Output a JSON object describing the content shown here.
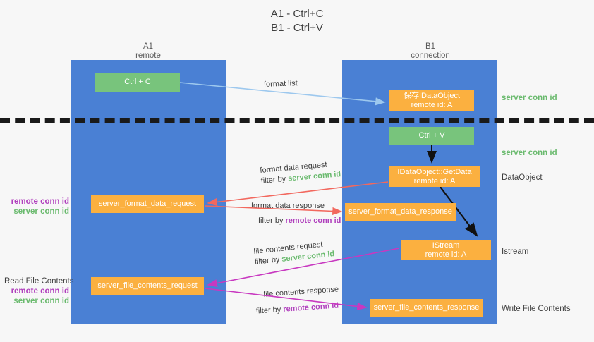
{
  "title": {
    "line1": "A1 - Ctrl+C",
    "line2": "B1 - Ctrl+V"
  },
  "lanes": [
    {
      "name": "A1",
      "sub": "remote"
    },
    {
      "name": "B1",
      "sub": "connection"
    }
  ],
  "nodes": {
    "ctrl_c": {
      "label": "Ctrl + C",
      "color": "#78c47c"
    },
    "idataobject": {
      "line1": "保存IDataObject",
      "line2": "remote id: A",
      "color": "#fbb040"
    },
    "ctrl_v": {
      "label": "Ctrl + V",
      "color": "#78c47c"
    },
    "getdata": {
      "line1": "IDataObject::GetData",
      "line2": "remote id: A",
      "color": "#fbb040"
    },
    "istream": {
      "line1": "IStream",
      "line2": "remote id: A",
      "color": "#fbb040"
    },
    "server_format_data_request": {
      "label": "server_format_data_request",
      "color": "#fbb040"
    },
    "server_format_data_response": {
      "label": "server_format_data_response",
      "color": "#fbb040"
    },
    "server_file_contents_request": {
      "label": "server_file_contents_request",
      "color": "#fbb040"
    },
    "server_file_contents_response": {
      "label": "server_file_contents_response",
      "color": "#fbb040"
    }
  },
  "edges": {
    "format_list": {
      "label": "format list",
      "color": "#9dc8ee"
    },
    "format_data_request": {
      "label": "format data request",
      "filter_prefix": "filter by ",
      "filter_key": "server conn id",
      "color": "#f2685e"
    },
    "format_data_response": {
      "label": "format data response",
      "filter_prefix": "filter by ",
      "filter_key": "remote conn id",
      "color": "#f2685e"
    },
    "file_contents_request": {
      "label": "file contents request",
      "filter_prefix": "filter by ",
      "filter_key": "server conn id",
      "color": "#c838c0"
    },
    "file_contents_response": {
      "label": "file contents response",
      "filter_prefix": "filter by ",
      "filter_key": "remote conn id",
      "color": "#c838c0"
    }
  },
  "side_labels": {
    "server_conn_id_top": "server conn id",
    "server_conn_id_mid": "server conn id",
    "dataobject": "DataObject",
    "istream": "Istream",
    "write_file_contents": "Write File Contents",
    "read_file_contents": "Read File Contents",
    "remote_conn_id": "remote conn id",
    "server_conn_id": "server conn id"
  },
  "colors": {
    "lane": "#4a80d4",
    "green": "#78c47c",
    "orange": "#fbb040",
    "green_text": "#6aba6e",
    "purple_text": "#b03fbd",
    "red_arrow": "#f2685e",
    "magenta_arrow": "#c838c0",
    "light_blue_arrow": "#9dc8ee",
    "dark_arrow": "#111111",
    "background": "#f7f7f7"
  }
}
